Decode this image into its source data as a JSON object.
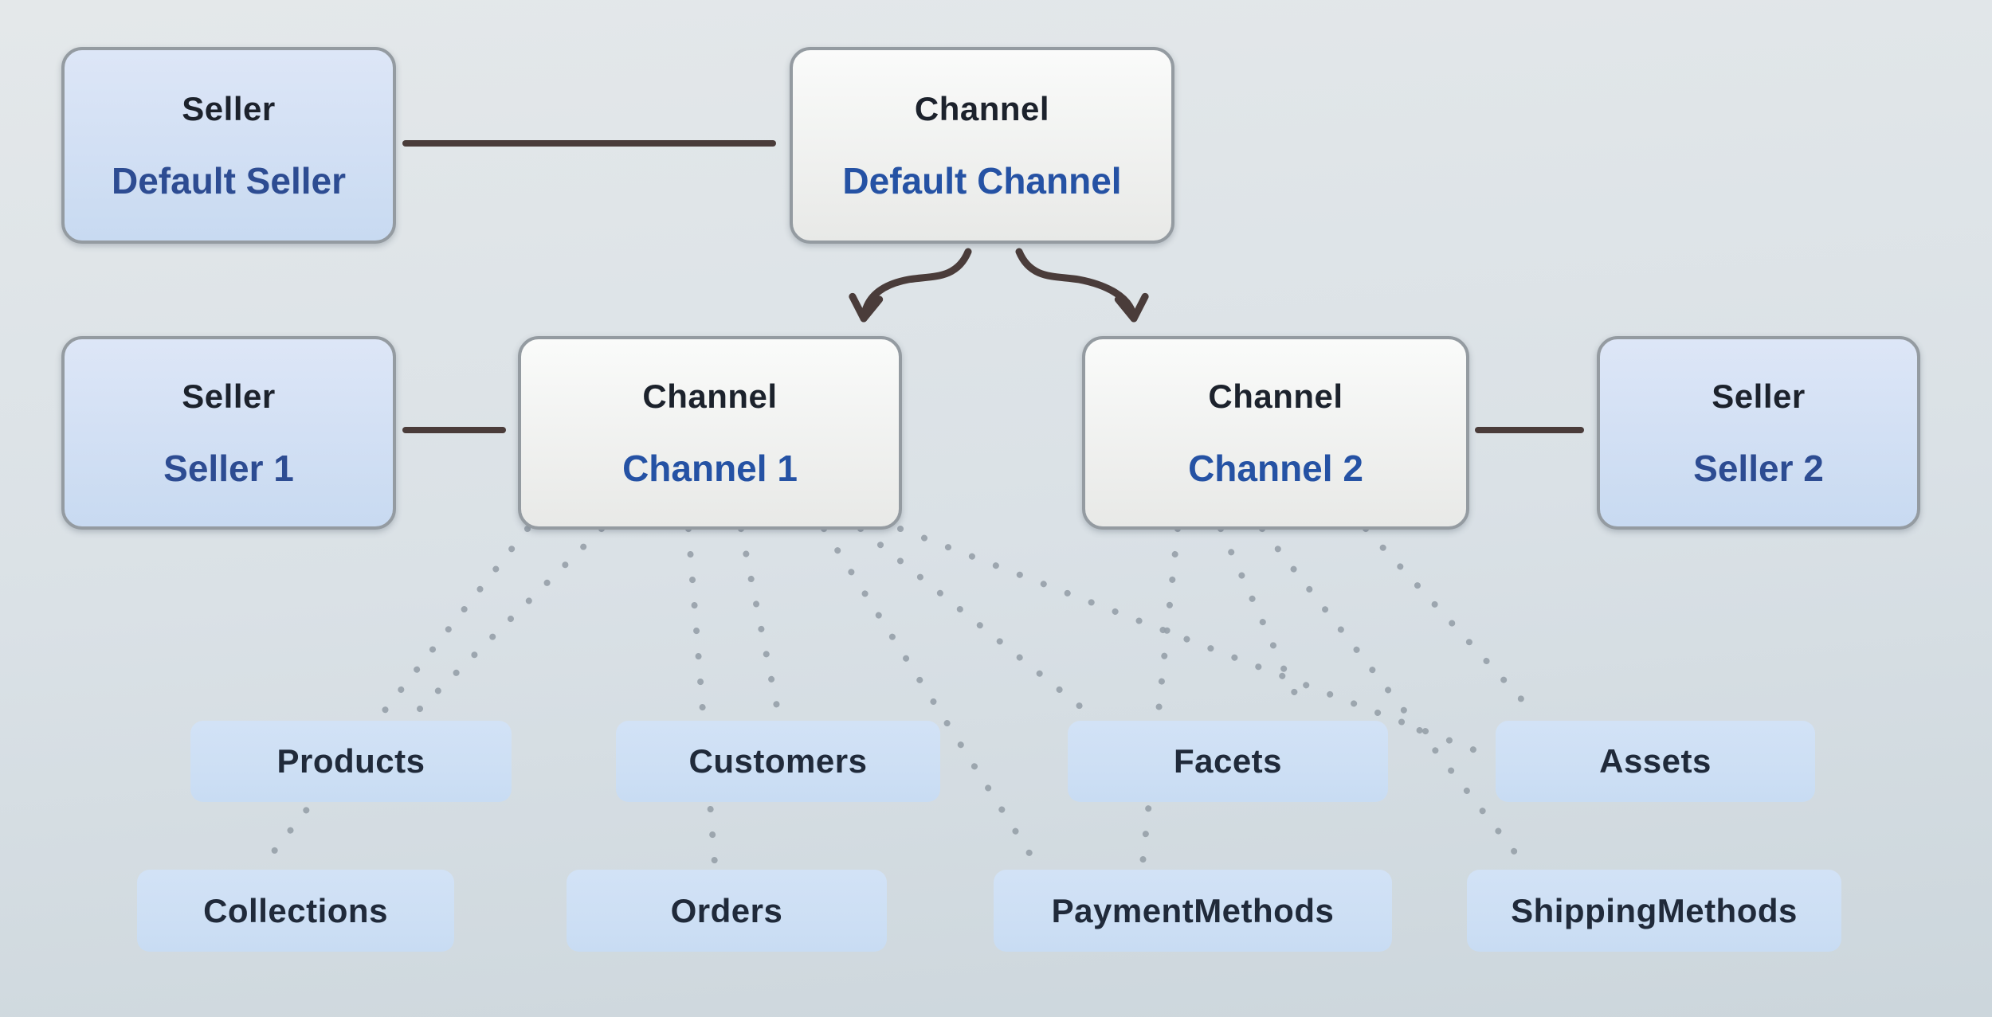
{
  "nodes": {
    "default_seller": {
      "type": "Seller",
      "name": "Default Seller"
    },
    "default_channel": {
      "type": "Channel",
      "name": "Default Channel"
    },
    "seller_1": {
      "type": "Seller",
      "name": "Seller 1"
    },
    "channel_1": {
      "type": "Channel",
      "name": "Channel 1"
    },
    "channel_2": {
      "type": "Channel",
      "name": "Channel 2"
    },
    "seller_2": {
      "type": "Seller",
      "name": "Seller 2"
    }
  },
  "entities": [
    "Products",
    "Customers",
    "Facets",
    "Assets",
    "Collections",
    "Orders",
    "PaymentMethods",
    "ShippingMethods"
  ],
  "relationships": {
    "solid_links": [
      [
        "Default Seller",
        "Default Channel"
      ],
      [
        "Seller 1",
        "Channel 1"
      ],
      [
        "Channel 2",
        "Seller 2"
      ]
    ],
    "arrows": [
      [
        "Default Channel",
        "Channel 1"
      ],
      [
        "Default Channel",
        "Channel 2"
      ]
    ],
    "dotted_links": [
      [
        "Channel 1",
        "Products"
      ],
      [
        "Channel 1",
        "Collections"
      ],
      [
        "Channel 1",
        "Orders"
      ],
      [
        "Channel 1",
        "Customers"
      ],
      [
        "Channel 1",
        "Facets"
      ],
      [
        "Channel 1",
        "PaymentMethods"
      ],
      [
        "Channel 1",
        "Assets"
      ],
      [
        "Channel 2",
        "PaymentMethods"
      ],
      [
        "Channel 2",
        "Facets"
      ],
      [
        "Channel 2",
        "ShippingMethods"
      ],
      [
        "Channel 2",
        "Assets"
      ]
    ]
  },
  "colors": {
    "background_top": "#e4e8ea",
    "background_bottom": "#ccd6dc",
    "seller_box_top": "#dde6f7",
    "seller_box_bottom": "#c8daf1",
    "channel_box_top": "#fafbfa",
    "channel_box_bottom": "#e8e9e7",
    "entity_box": "#cddff4",
    "box_border": "#949ba1",
    "type_text": "#1c222c",
    "seller_name_text": "#2d4c92",
    "channel_name_text": "#2552a4",
    "entity_text": "#202a3a",
    "connector": "#4a3c3a",
    "dotted": "#96a0a9"
  }
}
